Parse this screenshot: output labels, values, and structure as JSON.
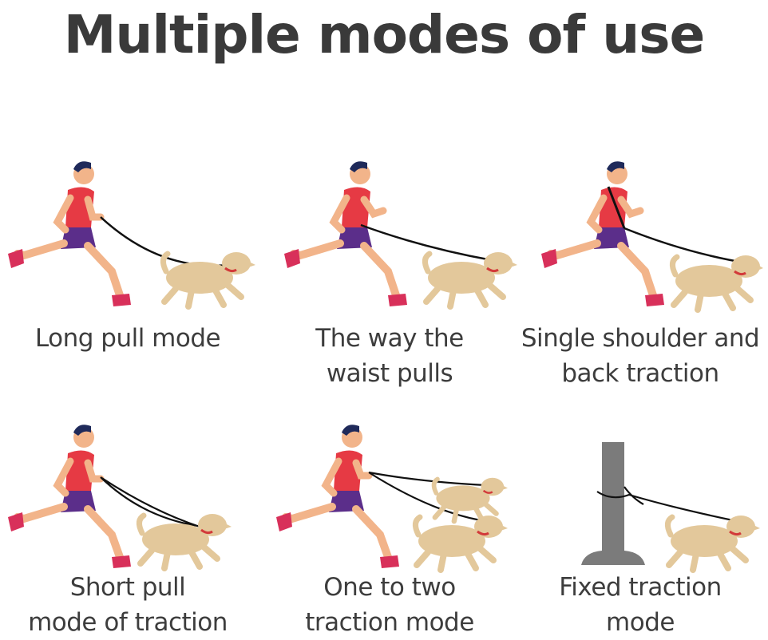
{
  "title": "Multiple modes of use",
  "modes": [
    {
      "caption_lines": [
        "Long pull mode"
      ]
    },
    {
      "caption_lines": [
        "The way the",
        "waist pulls"
      ]
    },
    {
      "caption_lines": [
        "Single shoulder and",
        "back traction"
      ]
    },
    {
      "caption_lines": [
        "Short pull",
        "mode of traction"
      ]
    },
    {
      "caption_lines": [
        "One to two",
        "traction mode"
      ]
    },
    {
      "caption_lines": [
        "Fixed traction",
        "mode"
      ]
    }
  ],
  "colors": {
    "shirt": "#e63a44",
    "shorts": "#5b2e8a",
    "skin": "#f2b48a",
    "hair": "#1f2a5a",
    "shoe": "#d8305a",
    "dog": "#e3c89b",
    "leash": "#111111",
    "post": "#7b7b7b",
    "text": "#3d3d3d"
  },
  "icons": [
    "runner-figure",
    "dog-figure",
    "leash-line",
    "post-figure"
  ]
}
